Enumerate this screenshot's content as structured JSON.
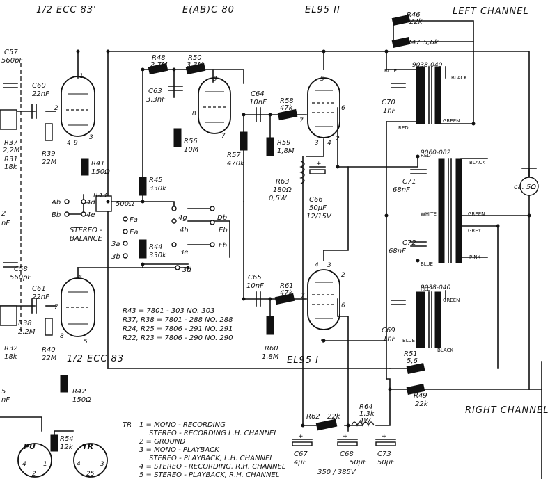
{
  "headings": {
    "tube_top_left": "1/2 ECC 83'",
    "tube_top_mid": "E(AB)C 80",
    "tube_top_right": "EL95 II",
    "left_channel": "LEFT CHANNEL",
    "right_channel": "RIGHT CHANNEL",
    "tube_bottom_left": "1/2 ECC 83",
    "tube_bottom_right": "EL95 I",
    "balance_1": "STEREO -",
    "balance_2": "BALANCE"
  },
  "components": {
    "c57": [
      "C57",
      "560pF"
    ],
    "c60": [
      "C60",
      "22nF"
    ],
    "r37": [
      "R37",
      "2,2M"
    ],
    "r31": [
      "R31",
      "18k"
    ],
    "r39": [
      "R39",
      "22M"
    ],
    "r41": [
      "R41",
      "150Ω"
    ],
    "r48": [
      "R48",
      "2,7M"
    ],
    "r50": [
      "R50",
      "3,3M"
    ],
    "c63": [
      "C63",
      "3,3nF"
    ],
    "r56": [
      "R56",
      "10M"
    ],
    "r57": [
      "R57",
      "470k"
    ],
    "c64": [
      "C64",
      "10nF"
    ],
    "r58": [
      "R58",
      "47k"
    ],
    "r59": [
      "R59",
      "1,8M"
    ],
    "r63": [
      "R63",
      "180Ω",
      "0,5W"
    ],
    "c66": [
      "C66",
      "50µF",
      "12/15V"
    ],
    "r46": [
      "R46",
      "22k"
    ],
    "r47": [
      "R47",
      "5,6k"
    ],
    "c70": [
      "C70",
      "1nF"
    ],
    "c71": [
      "C71",
      "68nF"
    ],
    "c72": [
      "C72",
      "68nF"
    ],
    "c69": [
      "C69",
      "1nF"
    ],
    "r43": [
      "R43",
      "500Ω"
    ],
    "r45": [
      "R45",
      "330k"
    ],
    "r44": [
      "R44",
      "330k"
    ],
    "c58": [
      "C58",
      "560pF"
    ],
    "c61": [
      "C61",
      "22nF"
    ],
    "r38": [
      "R38",
      "2,2M"
    ],
    "r32": [
      "R32",
      "18k"
    ],
    "r40": [
      "R40",
      "22M"
    ],
    "r42": [
      "R42",
      "150Ω"
    ],
    "c65": [
      "C65",
      "10nF"
    ],
    "r61": [
      "R61",
      "47k"
    ],
    "r60": [
      "R60",
      "1,8M"
    ],
    "r62": [
      "R62",
      "22k"
    ],
    "r64": [
      "R64",
      "1,3k",
      "4W"
    ],
    "c67": [
      "C67",
      "4µF"
    ],
    "c68": [
      "C68",
      "50µF"
    ],
    "c73": [
      "C73",
      "50µF"
    ],
    "supply": "350 / 385V",
    "r51": [
      "R51",
      "5,6"
    ],
    "r49": [
      "R49",
      "22k"
    ],
    "load": "ca. 5Ω",
    "r54": [
      "R54",
      "12k"
    ]
  },
  "transformers": {
    "top": "9038-040",
    "middle": "9060-082",
    "bottom": "9038-040"
  },
  "wire_colors": {
    "blue": "BLUE",
    "black": "BLACK",
    "green": "GREEN",
    "red": "RED",
    "white": "WHITE",
    "grey": "GREY",
    "pink": "PINK"
  },
  "pins": {
    "p1": "1",
    "p2": "2",
    "p3": "3",
    "p4": "4",
    "p5": "5",
    "p6": "6",
    "p7": "7",
    "p8": "8",
    "p9": "9"
  },
  "switch_contacts": {
    "ab": "Ab",
    "bb": "Bb",
    "fa": "Fa",
    "ea": "Ea",
    "c3a": "3a",
    "c3b": "3b",
    "c4d": "4d",
    "c4e": "4e",
    "db": "Db",
    "eb": "Eb",
    "fb": "Fb",
    "c4g": "4g",
    "c4h": "4h",
    "c3e": "3e",
    "c3d": "3d"
  },
  "part_numbers": [
    "R43 = 7801 - 303 NO. 303",
    "R37, R38 = 7801 - 288 NO. 288",
    "R24, R25 = 7806 - 291 NO. 291",
    "R22, R23 = 7806 - 290 NO. 290"
  ],
  "tr_legend": {
    "tag": "TR",
    "lines": [
      "1 = MONO - RECORDING",
      "STEREO - RECORDING L.H. CHANNEL",
      "2 = GROUND",
      "3 = MONO - PLAYBACK",
      "STEREO - PLAYBACK, L.H. CHANNEL",
      "4 = STEREO - RECORDING, R.H. CHANNEL",
      "5 = STEREO - PLAYBACK, R.H. CHANNEL"
    ]
  },
  "connectors": {
    "pu": "PU",
    "tr": "TR",
    "pins": [
      "4",
      "2",
      "1",
      "4",
      "25",
      "3"
    ]
  },
  "edge_fragments": [
    "2",
    "nF",
    "5",
    "nF"
  ]
}
